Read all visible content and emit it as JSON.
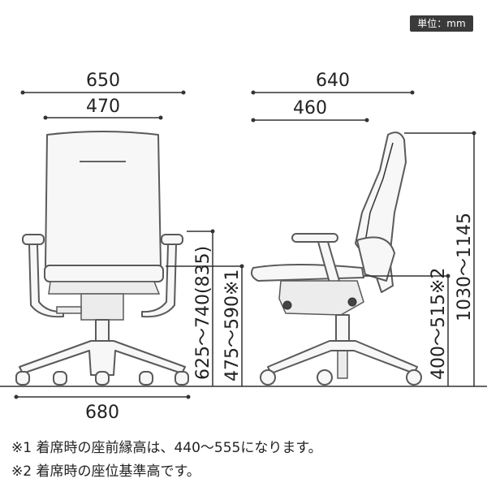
{
  "unit_badge": "単位：mm",
  "dimensions": {
    "front_overall_width": "650",
    "front_back_width": "470",
    "front_base_width": "680",
    "side_overall_depth": "640",
    "side_seat_depth": "460",
    "armrest_height": "625～740(835)",
    "seat_height_front": "475～590※1",
    "seat_height_side": "400～515※2",
    "overall_height": "1030～1145"
  },
  "notes": [
    "※1 着席時の座前縁高は、440～555になります。",
    "※2 着席時の座位基準高です。"
  ],
  "colors": {
    "outline": "#5a5a5a",
    "fill": "#f7f7f7",
    "badge": "#3a3a3a"
  }
}
